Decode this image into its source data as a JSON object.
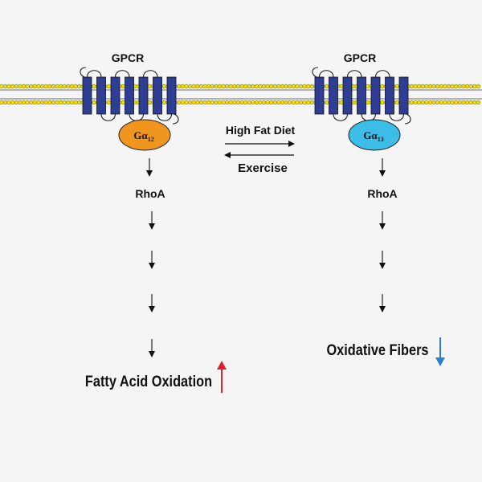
{
  "left_pathway": {
    "receptor_label": "GPCR",
    "g_protein": {
      "symbol": "Gα",
      "subscript": "12",
      "color": "#f0961f"
    },
    "effector_label": "RhoA",
    "outcome_label": "Fatty Acid Oxidation",
    "outcome_direction": "up",
    "outcome_arrow_color": "#e0202a"
  },
  "right_pathway": {
    "receptor_label": "GPCR",
    "g_protein": {
      "symbol": "Gα",
      "subscript": "13",
      "color": "#3cbde8"
    },
    "effector_label": "RhoA",
    "outcome_label": "Oxidative Fibers",
    "outcome_direction": "down",
    "outcome_arrow_color": "#2a7fcf"
  },
  "center": {
    "forward_label": "High Fat Diet",
    "forward_color": "#2b8fb8",
    "reverse_label": "Exercise",
    "reverse_color": "#e0202a"
  },
  "colors": {
    "background": "#f4f5f4",
    "membrane_head": "#f2e000",
    "receptor_helix": "#2d3e94"
  }
}
